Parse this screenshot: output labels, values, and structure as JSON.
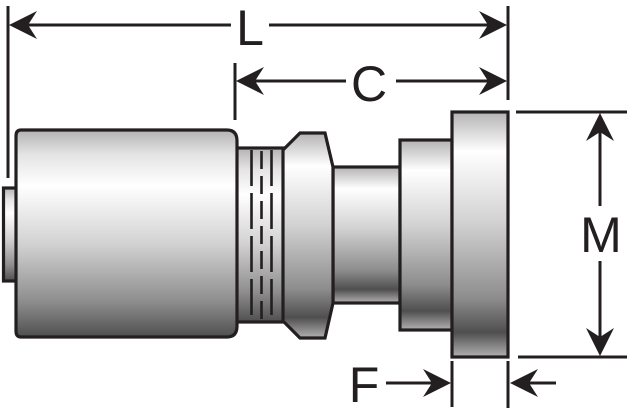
{
  "drawing": {
    "kind": "technical dimension diagram of a hose coupling flange fitting, side profile view"
  },
  "dim_labels": {
    "overall_length": "L",
    "cutoff_length": "C",
    "flange_diameter": "M",
    "flange_thickness": "F"
  },
  "colors": {
    "outline": "#231f20",
    "background": "#ffffff",
    "metal": {
      "edge": "#b3b3b3",
      "light": "#e4e4e4",
      "highlight": "#ffffff",
      "mid": "#d2d2d2",
      "shadow": "#8d8d8d",
      "dark": "#4f4f4f",
      "sheen": "#b2b2b2"
    }
  }
}
